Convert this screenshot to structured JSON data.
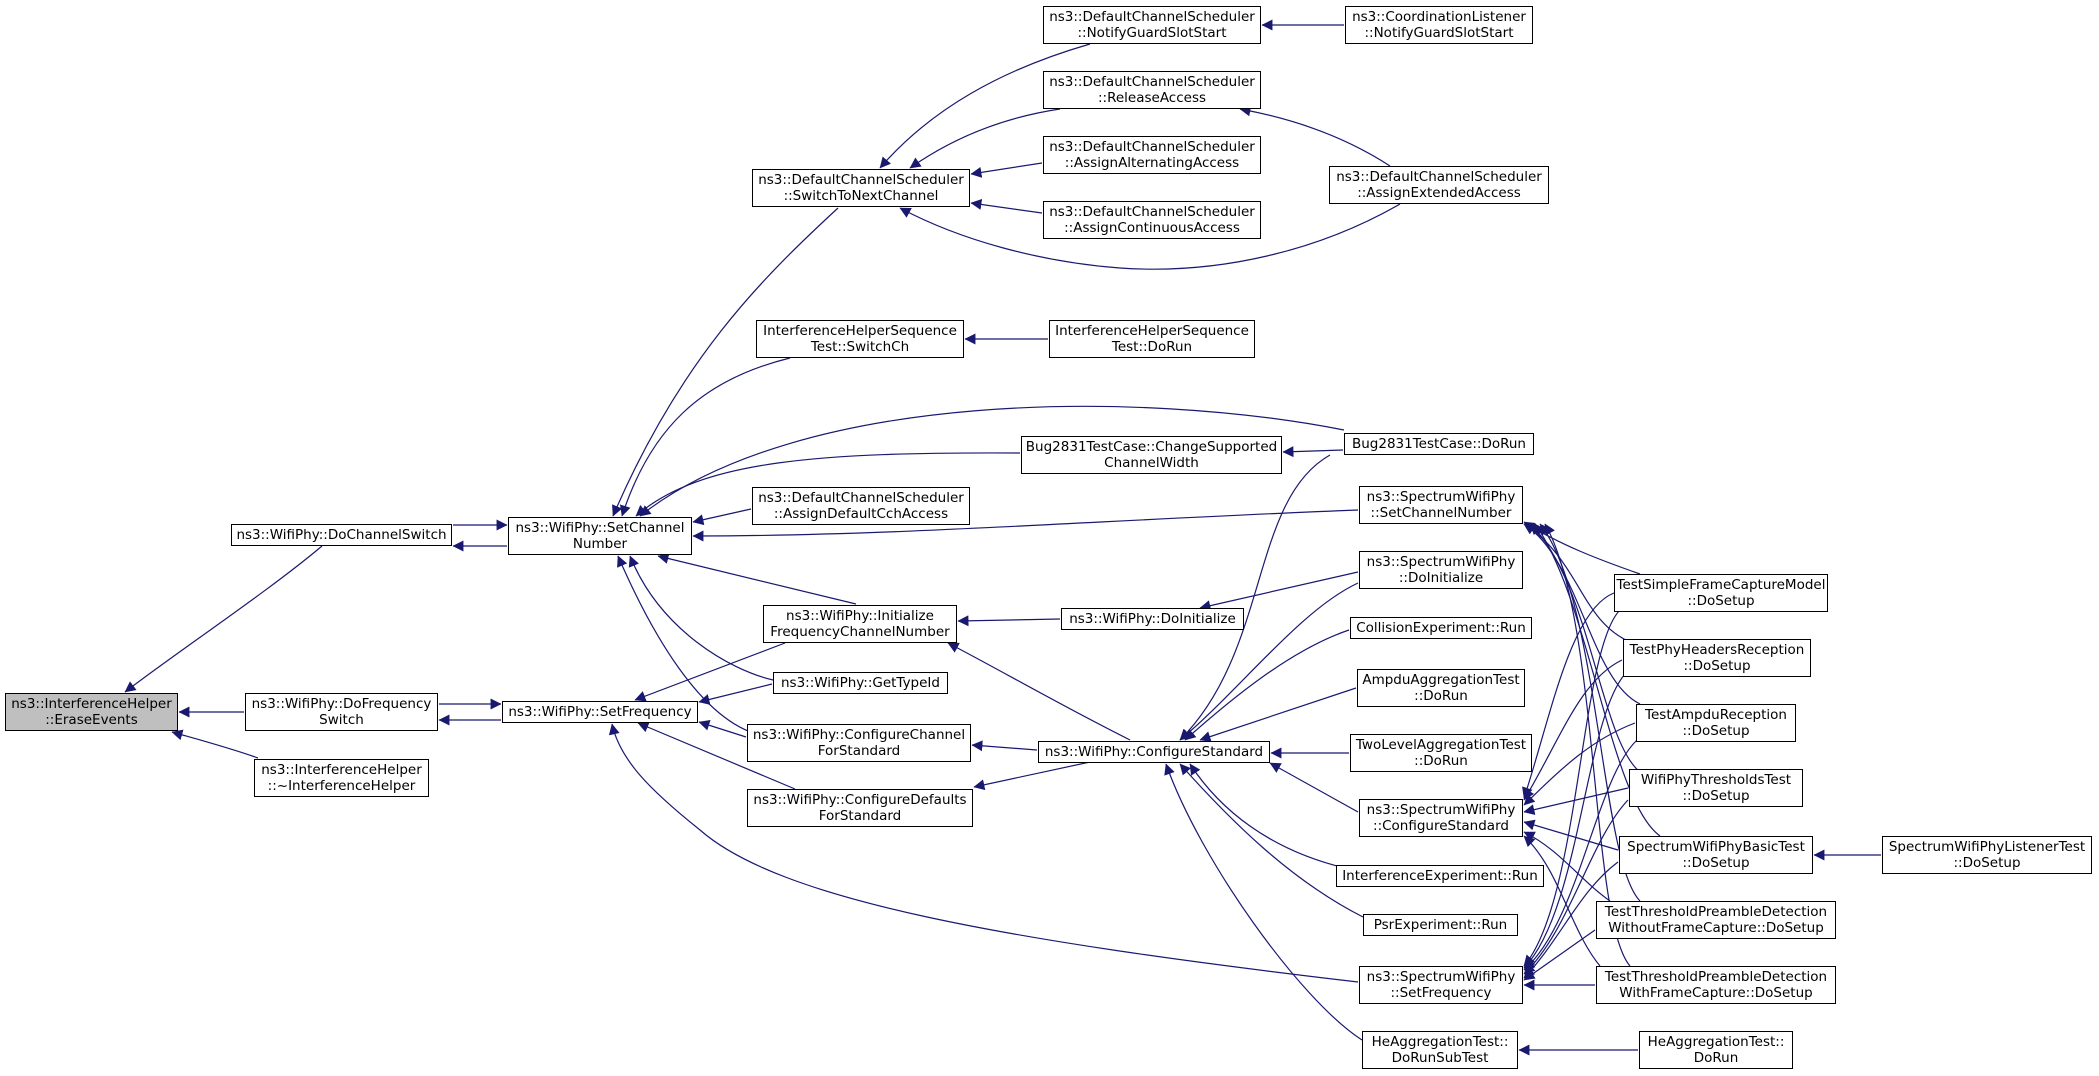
{
  "edge_color": "#191970",
  "root_fill": "#bfbfbf",
  "nodes": [
    {
      "id": "erase",
      "lines": [
        "ns3::InterferenceHelper",
        "::EraseEvents"
      ]
    },
    {
      "id": "dochsw",
      "lines": [
        "ns3::WifiPhy::DoChannelSwitch"
      ]
    },
    {
      "id": "dofreqsw",
      "lines": [
        "ns3::WifiPhy::DoFrequency",
        "Switch"
      ]
    },
    {
      "id": "dtor",
      "lines": [
        "ns3::InterferenceHelper",
        "::~InterferenceHelper"
      ]
    },
    {
      "id": "setch",
      "lines": [
        "ns3::WifiPhy::SetChannel",
        "Number"
      ]
    },
    {
      "id": "setfreq",
      "lines": [
        "ns3::WifiPhy::SetFrequency"
      ]
    },
    {
      "id": "switchnext",
      "lines": [
        "ns3::DefaultChannelScheduler",
        "::SwitchToNextChannel"
      ]
    },
    {
      "id": "ihstsw",
      "lines": [
        "InterferenceHelperSequence",
        "Test::SwitchCh"
      ]
    },
    {
      "id": "assigndef",
      "lines": [
        "ns3::DefaultChannelScheduler",
        "::AssignDefaultCchAccess"
      ]
    },
    {
      "id": "initfreq",
      "lines": [
        "ns3::WifiPhy::Initialize",
        "FrequencyChannelNumber"
      ]
    },
    {
      "id": "gettype",
      "lines": [
        "ns3::WifiPhy::GetTypeId"
      ]
    },
    {
      "id": "cfgchstd",
      "lines": [
        "ns3::WifiPhy::ConfigureChannel",
        "ForStandard"
      ]
    },
    {
      "id": "cfgdefstd",
      "lines": [
        "ns3::WifiPhy::ConfigureDefaults",
        "ForStandard"
      ]
    },
    {
      "id": "notifyguard",
      "lines": [
        "ns3::DefaultChannelScheduler",
        "::NotifyGuardSlotStart"
      ]
    },
    {
      "id": "release",
      "lines": [
        "ns3::DefaultChannelScheduler",
        "::ReleaseAccess"
      ]
    },
    {
      "id": "assignalt",
      "lines": [
        "ns3::DefaultChannelScheduler",
        "::AssignAlternatingAccess"
      ]
    },
    {
      "id": "assigncont",
      "lines": [
        "ns3::DefaultChannelScheduler",
        "::AssignContinuousAccess"
      ]
    },
    {
      "id": "ihstrun",
      "lines": [
        "InterferenceHelperSequence",
        "Test::DoRun"
      ]
    },
    {
      "id": "bugchange",
      "lines": [
        "Bug2831TestCase::ChangeSupported",
        "ChannelWidth"
      ]
    },
    {
      "id": "doinit",
      "lines": [
        "ns3::WifiPhy::DoInitialize"
      ]
    },
    {
      "id": "cfgstd",
      "lines": [
        "ns3::WifiPhy::ConfigureStandard"
      ]
    },
    {
      "id": "coordnotify",
      "lines": [
        "ns3::CoordinationListener",
        "::NotifyGuardSlotStart"
      ]
    },
    {
      "id": "assignext",
      "lines": [
        "ns3::DefaultChannelScheduler",
        "::AssignExtendedAccess"
      ]
    },
    {
      "id": "bugrun",
      "lines": [
        "Bug2831TestCase::DoRun"
      ]
    },
    {
      "id": "sswsetch",
      "lines": [
        "ns3::SpectrumWifiPhy",
        "::SetChannelNumber"
      ]
    },
    {
      "id": "sswdoinit",
      "lines": [
        "ns3::SpectrumWifiPhy",
        "::DoInitialize"
      ]
    },
    {
      "id": "collrun",
      "lines": [
        "CollisionExperiment::Run"
      ]
    },
    {
      "id": "ampduagg",
      "lines": [
        "AmpduAggregationTest",
        "::DoRun"
      ]
    },
    {
      "id": "twolevel",
      "lines": [
        "TwoLevelAggregationTest",
        "::DoRun"
      ]
    },
    {
      "id": "sswcfgstd",
      "lines": [
        "ns3::SpectrumWifiPhy",
        "::ConfigureStandard"
      ]
    },
    {
      "id": "interfrun",
      "lines": [
        "InterferenceExperiment::Run"
      ]
    },
    {
      "id": "psrrun",
      "lines": [
        "PsrExperiment::Run"
      ]
    },
    {
      "id": "sswsetfreq",
      "lines": [
        "ns3::SpectrumWifiPhy",
        "::SetFrequency"
      ]
    },
    {
      "id": "hesub",
      "lines": [
        "HeAggregationTest::",
        "DoRunSubTest"
      ]
    },
    {
      "id": "simplecap",
      "lines": [
        "TestSimpleFrameCaptureModel",
        "::DoSetup"
      ]
    },
    {
      "id": "headersrx",
      "lines": [
        "TestPhyHeadersReception",
        "::DoSetup"
      ]
    },
    {
      "id": "ampdurx",
      "lines": [
        "TestAmpduReception",
        "::DoSetup"
      ]
    },
    {
      "id": "thresh",
      "lines": [
        "WifiPhyThresholdsTest",
        "::DoSetup"
      ]
    },
    {
      "id": "basic",
      "lines": [
        "SpectrumWifiPhyBasicTest",
        "::DoSetup"
      ]
    },
    {
      "id": "preamblewo",
      "lines": [
        "TestThresholdPreambleDetection",
        "WithoutFrameCapture::DoSetup"
      ]
    },
    {
      "id": "preamblew",
      "lines": [
        "TestThresholdPreambleDetection",
        "WithFrameCapture::DoSetup"
      ]
    },
    {
      "id": "herun",
      "lines": [
        "HeAggregationTest::",
        "DoRun"
      ]
    },
    {
      "id": "listener",
      "lines": [
        "SpectrumWifiPhyListenerTest",
        "::DoSetup"
      ]
    }
  ]
}
